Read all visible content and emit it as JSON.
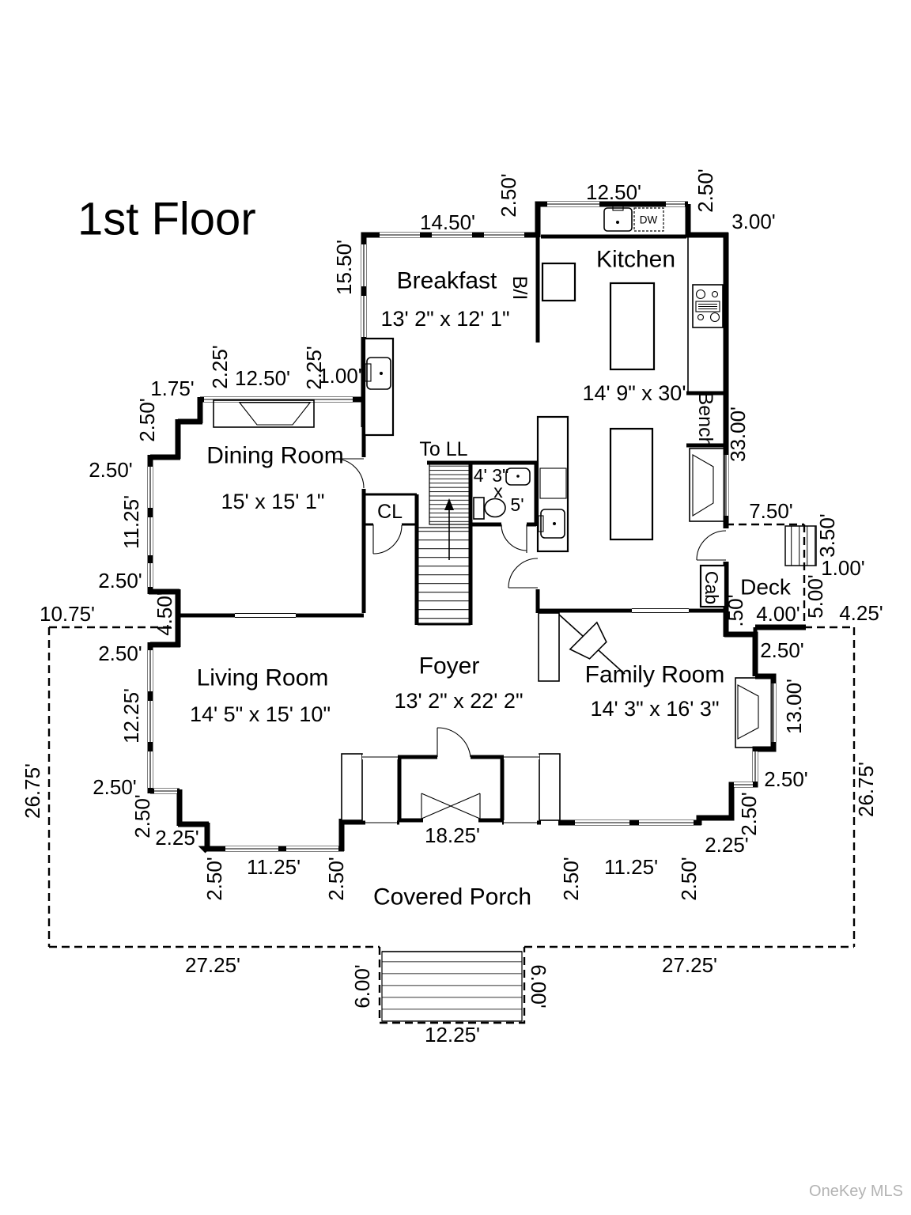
{
  "title": "1st Floor",
  "watermark": "OneKey MLS",
  "rooms": {
    "breakfast": {
      "name": "Breakfast",
      "dims": "13' 2\" x 12' 1\""
    },
    "kitchen": {
      "name": "Kitchen",
      "dims": "14' 9\" x 30'"
    },
    "dining": {
      "name": "Dining Room",
      "dims": "15' x 15' 1\""
    },
    "living": {
      "name": "Living Room",
      "dims": "14' 5\" x 15' 10\""
    },
    "foyer": {
      "name": "Foyer",
      "dims": "13' 2\" x 22' 2\""
    },
    "family": {
      "name": "Family Room",
      "dims": "14' 3\" x 16' 3\""
    },
    "porch": {
      "name": "Covered Porch"
    },
    "deck": {
      "name": "Deck"
    },
    "powder": {
      "width": "4' 3\"",
      "sep": "x",
      "length": "5'"
    }
  },
  "features": {
    "to_ll": "To LL",
    "closet": "CL",
    "built_in": "B/I",
    "bench": "Bench",
    "cabinet": "Cab",
    "dishwasher": "DW"
  },
  "dims": {
    "t1": "14.50'",
    "t2": "2.50'",
    "t3": "12.50'",
    "t4": "2.50'",
    "t5": "3.00'",
    "t6": "15.50'",
    "r1": "33.00'",
    "r2": "7.50'",
    "r3": "3.50'",
    "r4": "1.00'",
    "r5": "5.00'",
    "r6": "4.00'",
    "r7": ".50'",
    "r8": "4.25'",
    "r9": "2.50'",
    "r10": "13.00'",
    "r11": "2.50'",
    "r12": "2.50'",
    "r13": "2.25'",
    "r14": "26.75'",
    "b1": "11.25'",
    "b2": "2.50'",
    "b3": "2.50'",
    "b4": "18.25'",
    "b5": "11.25'",
    "b6": "2.50'",
    "b7": "2.50'",
    "b8": "27.25'",
    "b9": "27.25'",
    "b10": "6.00'",
    "b11": "6.00'",
    "b12": "12.25'",
    "l1": "2.25'",
    "l2": "2.50'",
    "l3": "2.50'",
    "l4": "12.25'",
    "l5": "2.50'",
    "l6": "4.50'",
    "l7": "10.75'",
    "l8": "26.75'",
    "l9": "2.50'",
    "l10": "11.25'",
    "l11": "2.50'",
    "l12": "2.50'",
    "l13": "1.75'",
    "l14": "2.25'",
    "l15": "12.50'",
    "l16": "2.25'",
    "l17": "1.00'"
  }
}
